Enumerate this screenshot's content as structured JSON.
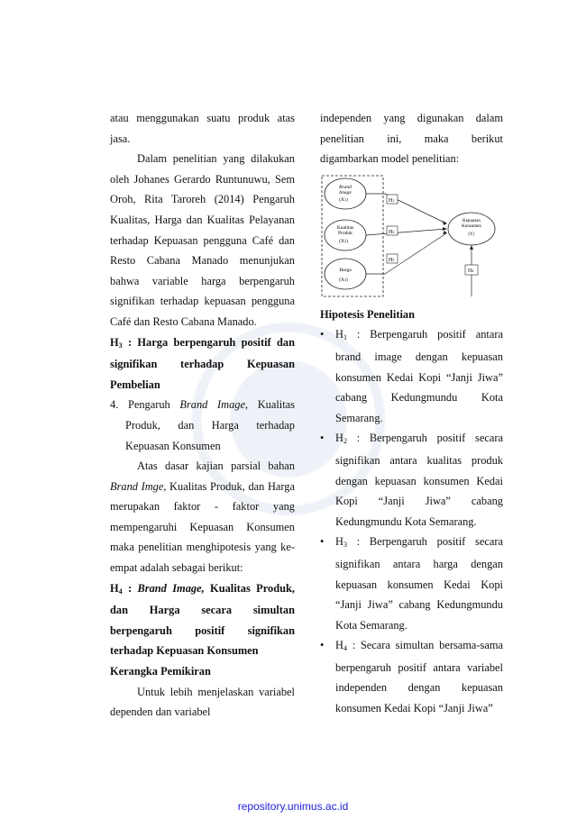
{
  "left": {
    "p1": "atau menggunakan suatu produk atas jasa.",
    "p2": "Dalam penelitian yang dilakukan oleh Johanes Gerardo Runtunuwu, Sem Oroh, Rita Taroreh (2014) Pengaruh Kualitas, Harga dan Kualitas Pelayanan terhadap Kepuasan pengguna Café dan Resto Cabana Manado menunjukan bahwa variable harga berpengaruh signifikan terhadap kepuasan pengguna Café dan Resto Cabana Manado.",
    "h3_label": "H",
    "h3_sub": "3",
    "h3_text": " :  Harga berpengaruh positif dan signifikan terhadap Kepuasan Pembelian",
    "item4_num": "4. ",
    "item4_a": "Pengaruh ",
    "item4_i": "Brand Image",
    "item4_b": ", Kualitas Produk, dan Harga terhadap Kepuasan Konsumen",
    "p3_a": "Atas dasar kajian parsial bahan ",
    "p3_i": "Brand Imge,",
    "p3_b": " Kualitas Produk, dan Harga merupakan faktor - faktor yang mempengaruhi Kepuasan Konsumen maka penelitian menghipotesis yang ke-empat adalah sebagai berikut:",
    "h4_label": "H",
    "h4_sub": "4",
    "h4_colon": " : ",
    "h4_i": "Brand Image,",
    "h4_text": " Kualitas Produk, dan Harga secara simultan berpengaruh positif signifikan terhadap Kepuasan Konsumen",
    "heading": "Kerangka Pemikiran",
    "p4": "Untuk lebih menjelaskan variabel dependen dan variabel"
  },
  "right": {
    "p1": "independen yang digunakan dalam penelitian ini, maka berikut digambarkan model penelitian:",
    "diagram": {
      "x1_a": "Brand",
      "x1_b": "Image",
      "x1_c": "(X",
      "x1_sub": "1",
      "x2_a": "Kualitas",
      "x2_b": "Produk",
      "x2_c": "(X",
      "x2_sub": "2",
      "x3_a": "Harga",
      "x3_c": "(X",
      "x3_sub": "3",
      "y_a": "Kepuasan",
      "y_b": "Konsumen",
      "y_c": "(Y)",
      "h1": "H",
      "h1_sub": "1",
      "h2": "H",
      "h2_sub": "2",
      "h3": "H",
      "h3_sub": "3",
      "h4": "H",
      "h4_sub": "4"
    },
    "heading": "Hipotesis Penelitian",
    "b1_label": "H",
    "b1_sub": "1",
    "b1_text": " : Berpengaruh positif antara brand image dengan kepuasan konsumen Kedai Kopi “Janji Jiwa” cabang Kedungmundu Kota Semarang.",
    "b2_label": "H",
    "b2_sub": "2",
    "b2_text": " : Berpengaruh positif secara signifikan antara kualitas produk dengan kepuasan konsumen Kedai Kopi “Janji Jiwa” cabang Kedungmundu Kota Semarang.",
    "b3_label": "H",
    "b3_sub": "3",
    "b3_text": " : Berpengaruh positif secara signifikan antara harga dengan kepuasan konsumen Kedai Kopi “Janji Jiwa” cabang Kedungmundu Kota Semarang.",
    "b4_label": "H",
    "b4_sub": "4",
    "b4_text": " : Secara simultan bersama-sama berpengaruh positif antara variabel independen dengan kepuasan konsumen Kedai Kopi “Janji Jiwa”"
  },
  "footer": "repository.unimus.ac.id"
}
